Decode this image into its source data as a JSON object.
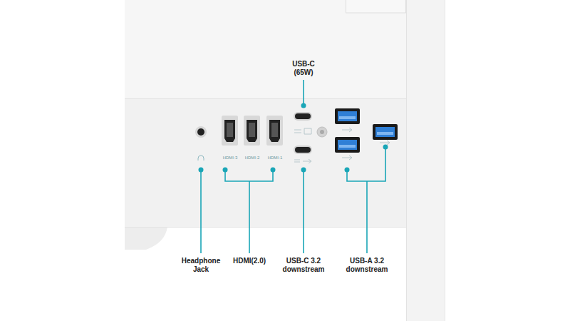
{
  "diagram": {
    "labels": [
      "USB-C (65W)",
      "HDMI-3",
      "HDMI-2",
      "HDMI-1",
      "Headphone Jack",
      "HDMI(2.0)",
      "USB-C 3.2 downstream",
      "USB-A 3.2 downstream"
    ]
  }
}
